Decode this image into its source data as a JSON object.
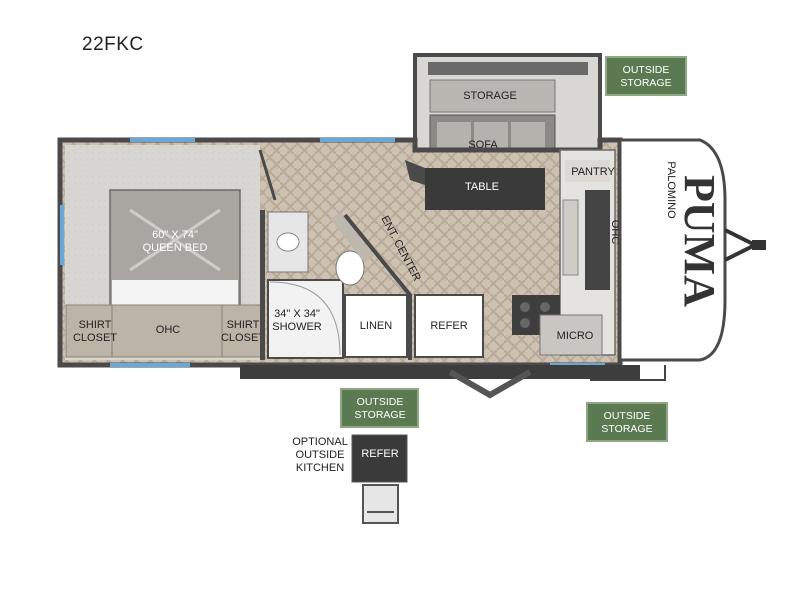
{
  "model": "22FKC",
  "rooms": {
    "storage_top": "STORAGE",
    "sofa": "SOFA",
    "table": "TABLE",
    "pantry": "PANTRY",
    "ohc_front": "OHC",
    "ent_center": "ENT. CENTER",
    "bed_size": "60\" X 74\"",
    "bed_type": "QUEEN BED",
    "shirt_closet_left_1": "SHIRT",
    "shirt_closet_left_2": "CLOSET",
    "ohc_bedroom": "OHC",
    "shirt_closet_right_1": "SHIRT",
    "shirt_closet_right_2": "CLOSET",
    "shower_size": "34\" X 34\"",
    "shower": "SHOWER",
    "linen": "LINEN",
    "refer": "REFER",
    "micro": "MICRO"
  },
  "outside_storage": {
    "line1": "OUTSIDE",
    "line2": "STORAGE"
  },
  "optional_kitchen": {
    "line1": "OPTIONAL",
    "line2": "OUTSIDE",
    "line3": "KITCHEN",
    "refer": "REFER"
  },
  "brand": "PUMA",
  "brand_sub": "PALOMINO",
  "colors": {
    "badge_green": "#5b7a52",
    "floor": "#cbbfae",
    "wall": "#4a4a4a",
    "window_blue": "#6aa8d8",
    "table_dark": "#3a3a3a"
  }
}
